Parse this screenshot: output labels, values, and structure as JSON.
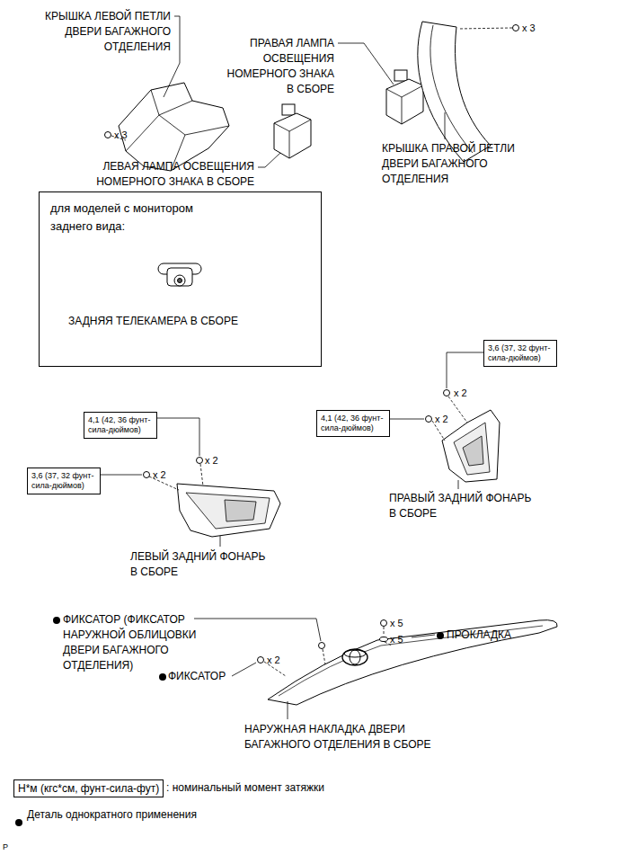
{
  "diagram": {
    "nodes": [
      {
        "text": [
          "для моделей с монитором заднего вида:",
          "ЗАДНЯЯ ТЕЛЕКАМЕРА В СБОРЕ"
        ]
      },
      {
        "text": [
          "3,6 (37, 32 фунт-сила-дюймов)"
        ]
      },
      {
        "text": [
          "4,1 (42, 36 фунт-сила-дюймов)"
        ]
      },
      {
        "text": [
          "4,1 (42, 36 фунт-сила-дюймов)"
        ]
      },
      {
        "text": [
          "3,6 (37, 32 фунт-сила-дюймов)"
        ]
      },
      {
        "text": [
          "Н*м (кгс*см, фунт-сила-фут)"
        ]
      }
    ],
    "labels": [
      "КРЫШКА ЛЕВОЙ ПЕТЛИ ДВЕРИ БАГАЖНОГО ОТДЕЛЕНИЯ",
      "x 3",
      "ПРАВАЯ ЛАМПА ОСВЕЩЕНИЯ НОМЕРНОГО ЗНАКА В СБОРЕ",
      "x 3",
      "КРЫШКА ПРАВОЙ ПЕТЛИ ДВЕРИ БАГАЖНОГО ОТДЕЛЕНИЯ",
      "ЛЕВАЯ ЛАМПА ОСВЕЩЕНИЯ НОМЕРНОГО ЗНАКА В СБОРЕ",
      "x 2",
      "x 2",
      "x 2",
      "x 2",
      "ПРАВЫЙ ЗАДНИЙ ФОНАРЬ В СБОРЕ",
      "ЛЕВЫЙ ЗАДНИЙ ФОНАРЬ В СБОРЕ",
      "ФИКСАТОР (ФИКСАТОР НАРУЖНОЙ ОБЛИЦОВКИ ДВЕРИ БАГАЖНОГО ОТДЕЛЕНИЯ)",
      "x 5",
      "ПРОКЛАДКА",
      "x 5",
      "x 2",
      "ФИКСАТОР",
      "НАРУЖНАЯ НАКЛАДКА ДВЕРИ БАГАЖНОГО ОТДЕЛЕНИЯ В СБОРЕ",
      "P"
    ],
    "legend": [
      {
        "text": ": номинальный момент затяжки"
      },
      {
        "text": "Деталь однократного применения"
      }
    ]
  }
}
